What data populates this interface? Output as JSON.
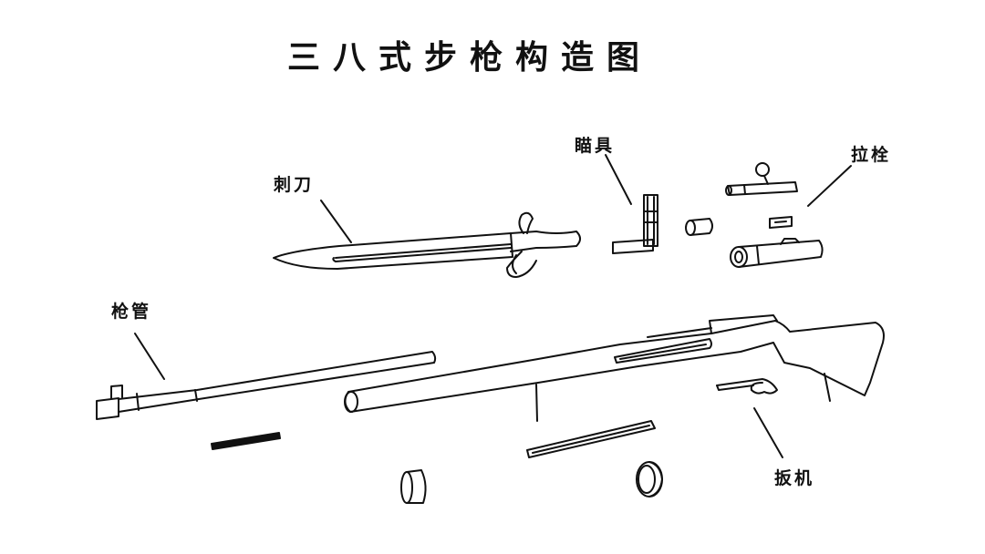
{
  "title": "三八式步枪构造图",
  "labels": {
    "bayonet": "刺刀",
    "sight": "瞄具",
    "bolt": "拉栓",
    "barrel": "枪管",
    "trigger": "扳机"
  }
}
